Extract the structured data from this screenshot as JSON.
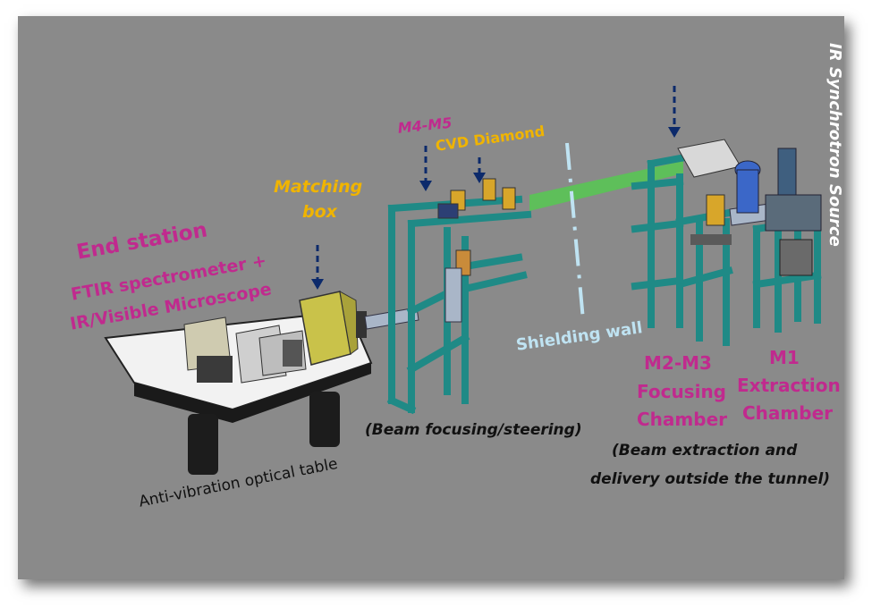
{
  "labels": {
    "ir_source": "IR Synchrotron Source",
    "m4m5": "M4-M5",
    "cvd": "CVD Diamond",
    "matching_1": "Matching",
    "matching_2": "box",
    "end_station": "End station",
    "ftir_1": "FTIR spectrometer +",
    "ftir_2": "IR/Visible Microscope",
    "shielding": "Shielding wall",
    "m2m3_1": "M2-M3",
    "m2m3_2": "Focusing",
    "m2m3_3": "Chamber",
    "m1_1": "M1",
    "m1_2": "Extraction",
    "m1_3": "Chamber",
    "beam_focus": "(Beam focusing/steering)",
    "extraction_1": "(Beam extraction and",
    "extraction_2": "delivery outside the tunnel)",
    "table": "Anti-vibration optical table"
  },
  "colors": {
    "background": "#8a8a8a",
    "frame": "#1f8a86",
    "magenta": "#c02a8e",
    "orange": "#f0b400",
    "beam": "#4fd04a",
    "arrow": "#0c2a6b"
  }
}
